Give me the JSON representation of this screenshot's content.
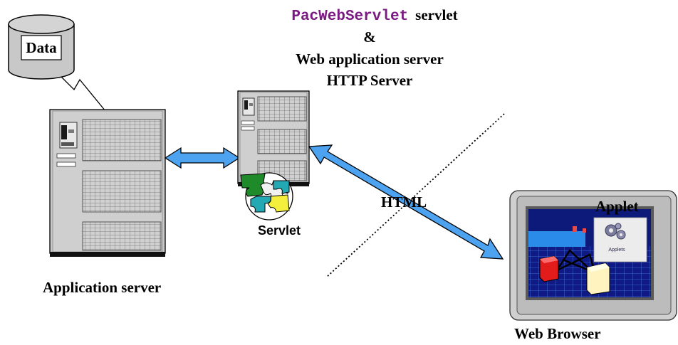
{
  "labels": {
    "servlet_name": "PacWebServlet",
    "servlet_suffix": "servlet",
    "ampersand": "&",
    "web_app_server": "Web application server",
    "http_server": "HTTP Server",
    "data": "Data",
    "application_server": "Application server",
    "servlet": "Servlet",
    "html": "HTML",
    "applet": "Applet",
    "applets_icon_caption": "Applets",
    "web_browser": "Web Browser"
  },
  "icons": [
    "database-icon",
    "app-server-tower-icon",
    "web-server-tower-icon",
    "puzzle-icon",
    "bidirectional-arrow-icon",
    "firewall-dotted-line",
    "browser-window-icon",
    "applets-gear-icon"
  ],
  "colors": {
    "arrow_fill": "#4da3f0",
    "server_gray": "#c7c7c7",
    "servlet_name": "#7a1a82",
    "browser_screen": "#0e1a7a",
    "puzzle_green": "#1f8a2a",
    "puzzle_teal": "#23a9b3",
    "puzzle_yellow": "#f4ee3c",
    "puzzle_white": "#f2f2f2"
  }
}
